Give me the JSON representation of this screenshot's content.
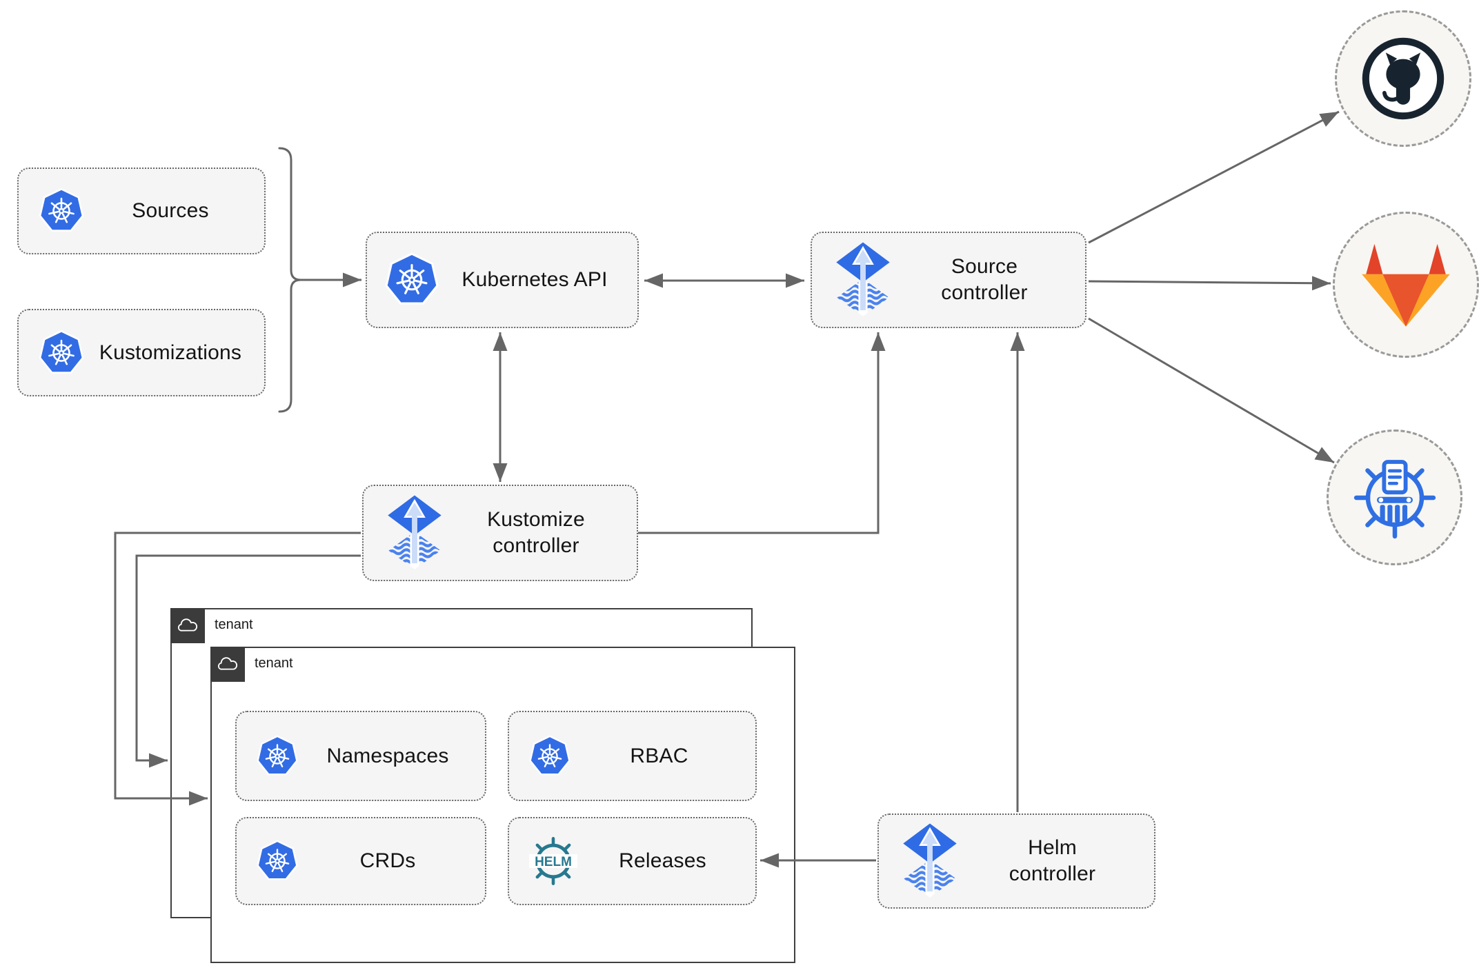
{
  "diagram": {
    "title_hint": "Flux GitOps multi-tenant architecture diagram",
    "nodes": {
      "sources": {
        "label": "Sources"
      },
      "kustomizations": {
        "label": "Kustomizations"
      },
      "kubernetes_api": {
        "label": "Kubernetes API"
      },
      "source_controller": {
        "line1": "Source",
        "line2": "controller"
      },
      "kustomize_controller": {
        "line1": "Kustomize",
        "line2": "controller"
      },
      "helm_controller": {
        "line1": "Helm",
        "line2": "controller"
      },
      "tenant_back": {
        "label": "tenant"
      },
      "tenant_front": {
        "label": "tenant"
      },
      "namespaces": {
        "label": "Namespaces"
      },
      "rbac": {
        "label": "RBAC"
      },
      "crds": {
        "label": "CRDs"
      },
      "releases": {
        "label": "Releases",
        "logo_text": "HELM"
      }
    },
    "endpoints": [
      "github",
      "gitlab",
      "chartmuseum"
    ],
    "icons": {
      "kubernetes": "blue heptagon with white ship wheel",
      "flux": "blue diamond with light up-arrow over wavy-stripe diamond",
      "helm": "teal ship wheel with HELM wordmark",
      "cloud": "white outline cloud on dark square",
      "github": "octocat in dark ring",
      "gitlab": "orange tanuki fox",
      "chartmuseum": "blue ship wheel with document and museum columns"
    },
    "connections": [
      "sources+kustomizations }- kubernetes api",
      "kubernetes api <-> source controller",
      "kubernetes api <-> kustomize controller",
      "kustomize controller -> source controller",
      "helm controller -> source controller",
      "helm controller -> releases",
      "kustomize controller -> tenant (front)",
      "kustomize controller -> tenant (back)",
      "source controller -> github",
      "source controller -> gitlab",
      "source controller -> chartmuseum"
    ],
    "colors": {
      "k8s_blue": "#326CE5",
      "flux_blue": "#2F6BE4",
      "flux_light": "#CBDCF9",
      "flux_wave": "#4A82EE",
      "helm_teal": "#27798F",
      "github_dark": "#172430",
      "gitlab_red": "#E24329",
      "gitlab_mid": "#E8542C",
      "gitlab_amber": "#FCA326",
      "museum_blue": "#2F6FE3",
      "line_gray": "#666666",
      "node_fill": "#F5F5F5",
      "node_border": "#666666",
      "tenant_dark": "#3B3B3B",
      "tenant_border": "#3F3F3F",
      "endpoint_fill": "#F7F6F2",
      "endpoint_dash": "#9A9A9A",
      "text": "#141414"
    }
  }
}
